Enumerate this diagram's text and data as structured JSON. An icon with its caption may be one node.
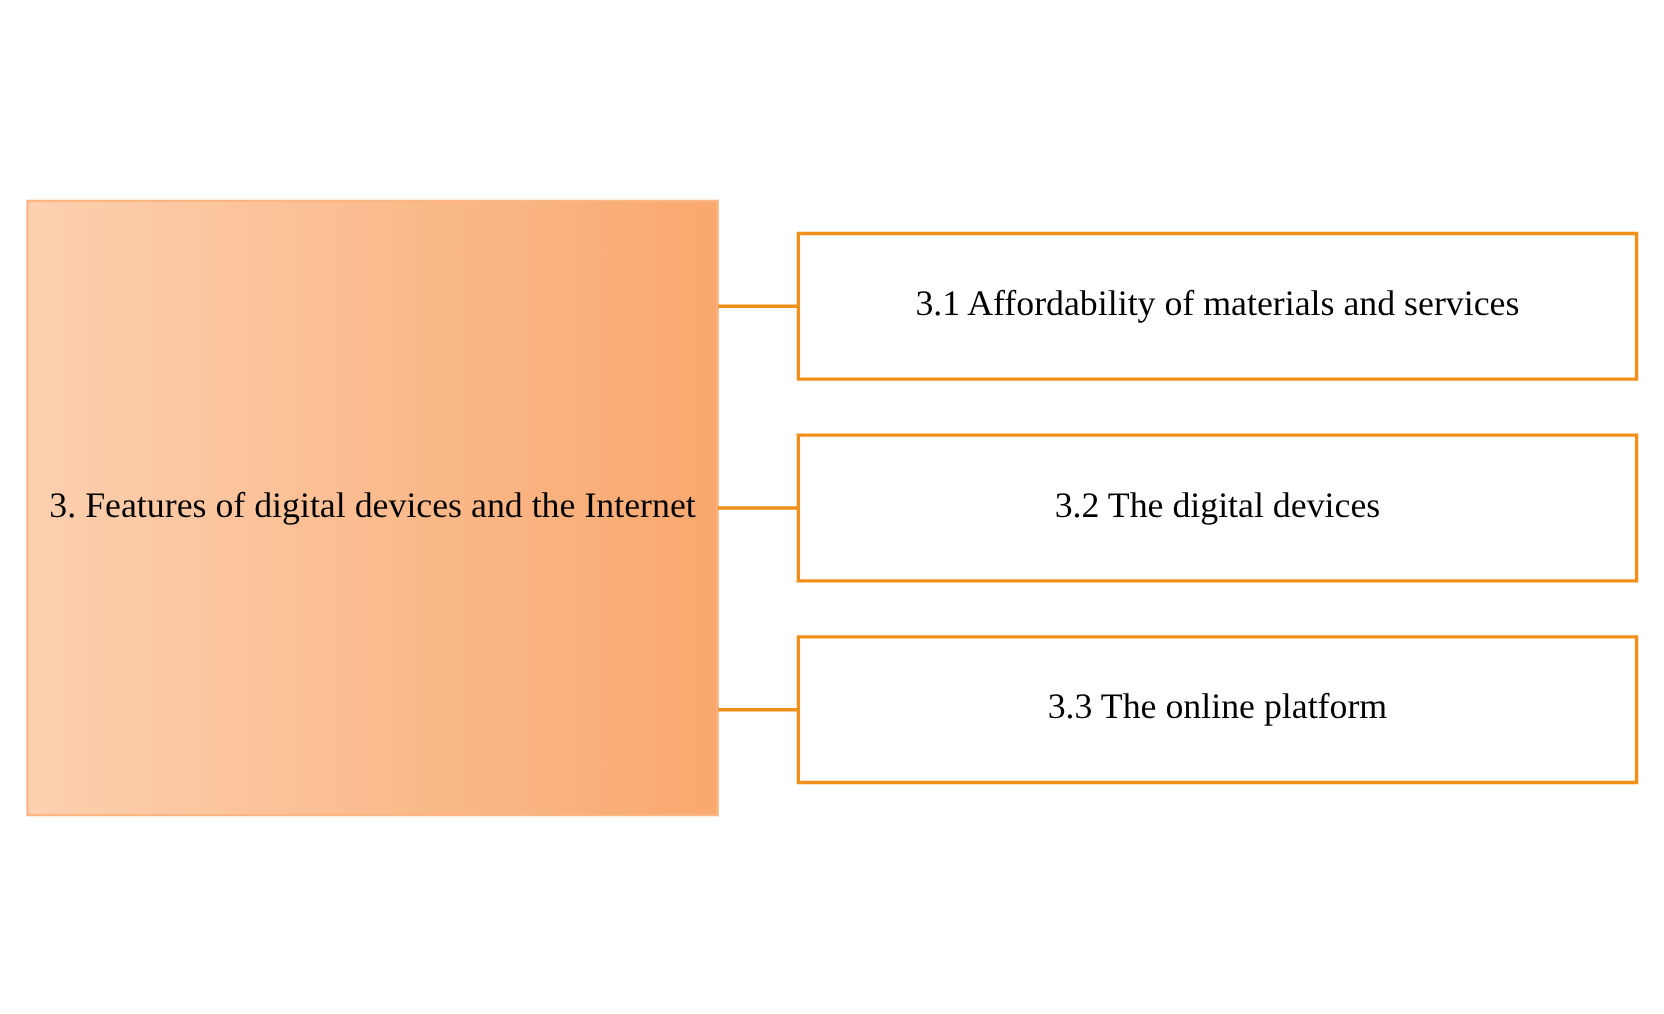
{
  "diagram": {
    "nodes": [
      {
        "text": [
          "3. Features of digital devices and the Internet"
        ]
      },
      {
        "text": [
          "3.1 Affordability of materials and services"
        ]
      },
      {
        "text": [
          "3.2 The digital devices"
        ]
      },
      {
        "text": [
          "3.3 The online platform"
        ]
      }
    ],
    "edges": [
      {
        "from": 0,
        "to": 1,
        "arrow": "none"
      },
      {
        "from": 0,
        "to": 2,
        "arrow": "none"
      },
      {
        "from": 0,
        "to": 3,
        "arrow": "none"
      }
    ]
  }
}
